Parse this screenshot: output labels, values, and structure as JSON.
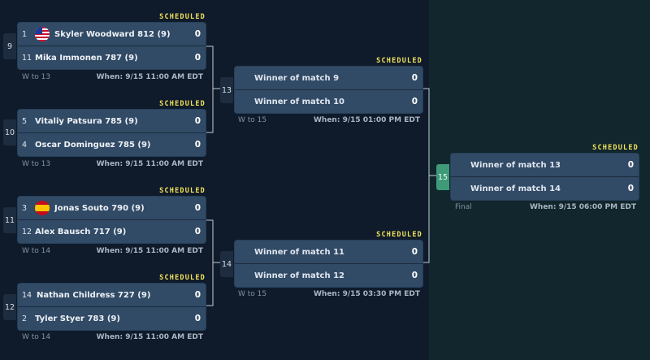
{
  "status_label": "SCHEDULED",
  "round1": [
    {
      "match": "9",
      "p1": {
        "seed": "1",
        "name": "Skyler Woodward 812 (9)",
        "score": "0",
        "flag": "us-flag-icon"
      },
      "p2": {
        "seed": "11",
        "name": "Mika Immonen 787 (9)",
        "score": "0"
      },
      "note": "W to 13",
      "when": "When: 9/15 11:00 AM EDT"
    },
    {
      "match": "10",
      "p1": {
        "seed": "5",
        "name": "Vitaliy Patsura 785 (9)",
        "score": "0"
      },
      "p2": {
        "seed": "4",
        "name": "Oscar Dominguez 785 (9)",
        "score": "0"
      },
      "note": "W to 13",
      "when": "When: 9/15 11:00 AM EDT"
    },
    {
      "match": "11",
      "p1": {
        "seed": "3",
        "name": "Jonas Souto 790 (9)",
        "score": "0",
        "flag": "spain-flag-icon"
      },
      "p2": {
        "seed": "12",
        "name": "Alex Bausch 717 (9)",
        "score": "0"
      },
      "note": "W to 14",
      "when": "When: 9/15 11:00 AM EDT"
    },
    {
      "match": "12",
      "p1": {
        "seed": "14",
        "name": "Nathan Childress 727 (9)",
        "score": "0"
      },
      "p2": {
        "seed": "2",
        "name": "Tyler Styer 783 (9)",
        "score": "0"
      },
      "note": "W to 14",
      "when": "When: 9/15 11:00 AM EDT"
    }
  ],
  "round2": [
    {
      "match": "13",
      "p1": {
        "name": "Winner of match 9",
        "score": "0"
      },
      "p2": {
        "name": "Winner of match 10",
        "score": "0"
      },
      "note": "W to 15",
      "when": "When: 9/15 01:00 PM EDT"
    },
    {
      "match": "14",
      "p1": {
        "name": "Winner of match 11",
        "score": "0"
      },
      "p2": {
        "name": "Winner of match 12",
        "score": "0"
      },
      "note": "W to 15",
      "when": "When: 9/15 03:30 PM EDT"
    }
  ],
  "final": {
    "match": "15",
    "p1": {
      "name": "Winner of match 13",
      "score": "0"
    },
    "p2": {
      "name": "Winner of match 14",
      "score": "0"
    },
    "note": "Final",
    "when": "When: 9/15 06:00 PM EDT"
  },
  "colors": {
    "background": "#0f1b2a",
    "final_panel": "#11262d",
    "card": "#314a66",
    "scheduled": "#f3e25b",
    "final_badge": "#3f9a78"
  }
}
